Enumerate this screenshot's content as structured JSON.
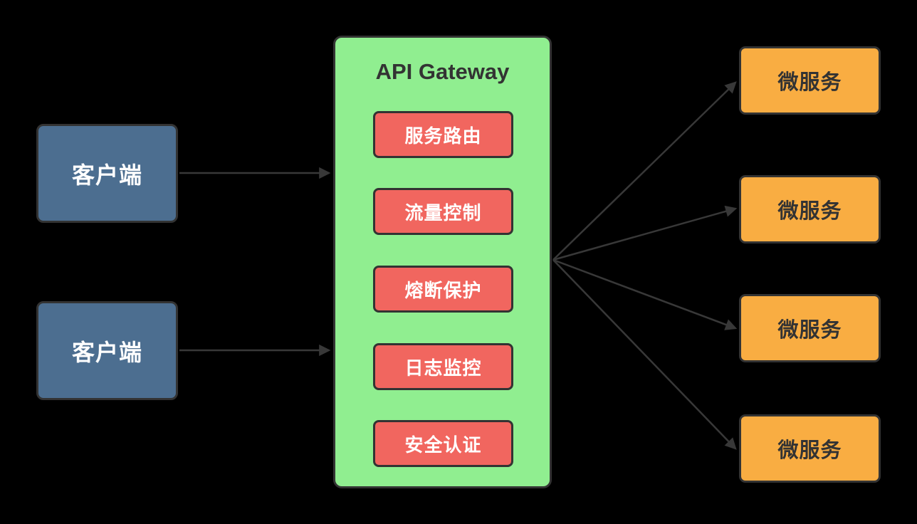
{
  "diagram": {
    "clients": [
      {
        "label": "客户端"
      },
      {
        "label": "客户端"
      }
    ],
    "gateway": {
      "title": "API Gateway",
      "features": [
        {
          "label": "服务路由"
        },
        {
          "label": "流量控制"
        },
        {
          "label": "熔断保护"
        },
        {
          "label": "日志监控"
        },
        {
          "label": "安全认证"
        }
      ]
    },
    "microservices": [
      {
        "label": "微服务"
      },
      {
        "label": "微服务"
      },
      {
        "label": "微服务"
      },
      {
        "label": "微服务"
      }
    ],
    "colors": {
      "background": "#000000",
      "client_fill": "#4C6E90",
      "gateway_fill": "#90EE90",
      "feature_fill": "#F1665F",
      "microservice_fill": "#F9AD42",
      "border": "#333333",
      "arrow": "#383838",
      "light_text": "#FFFFFF",
      "dark_text": "#333333"
    }
  }
}
